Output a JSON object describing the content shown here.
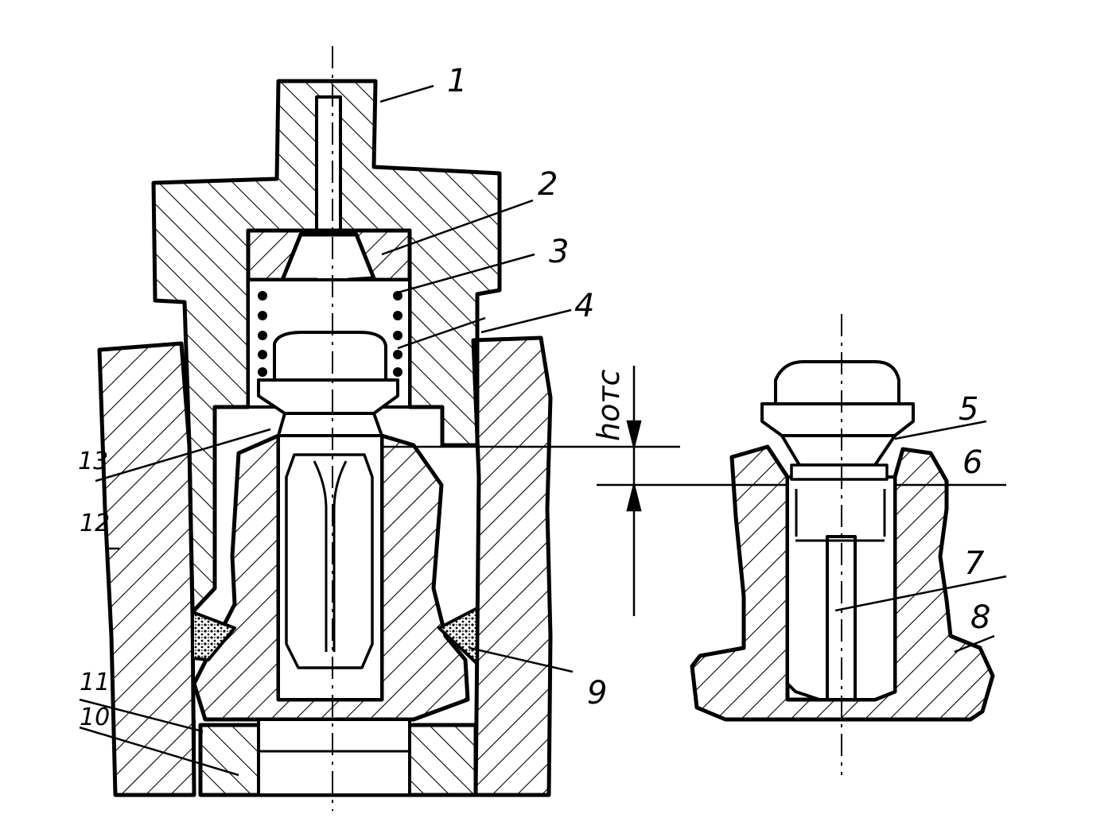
{
  "callouts": {
    "c1": "1",
    "c2": "2",
    "c3": "3",
    "c4": "4",
    "c5": "5",
    "c6": "6",
    "c7": "7",
    "c8": "8",
    "c9": "9",
    "c10": "10",
    "c11": "11",
    "c12": "12",
    "c13": "13"
  },
  "dimension": {
    "label": "hотс"
  },
  "colors": {
    "ink": "#000000",
    "paper": "#ffffff"
  }
}
